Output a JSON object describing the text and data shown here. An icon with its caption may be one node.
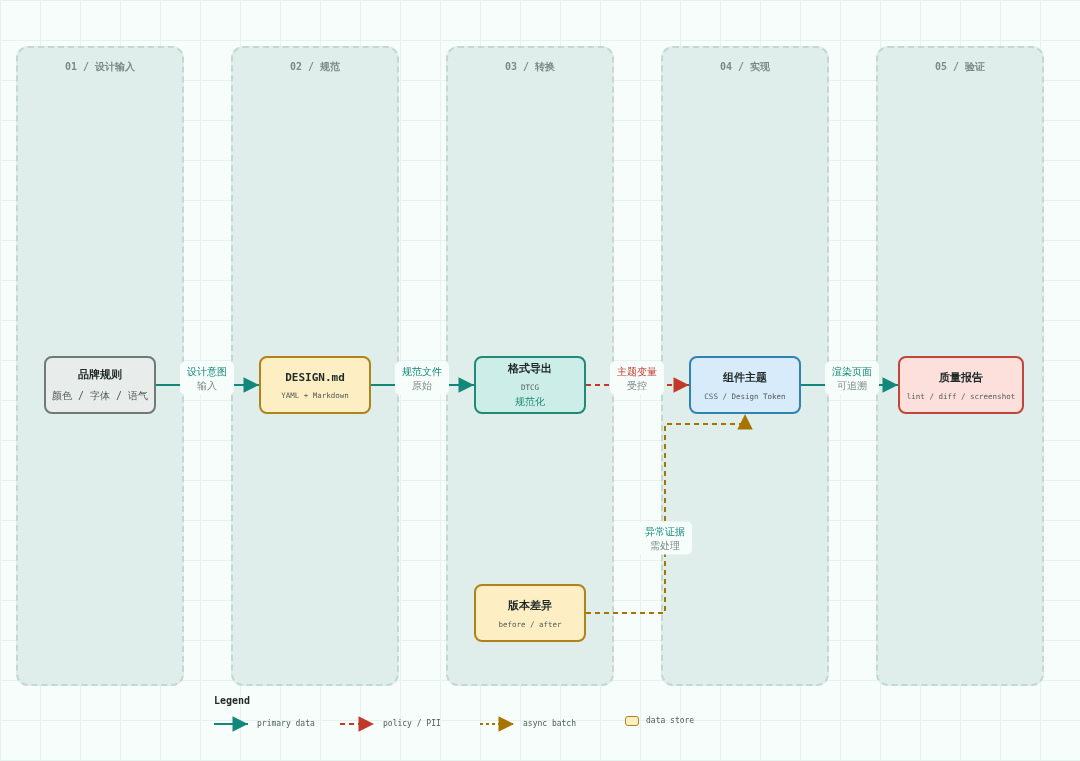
{
  "diagram": {
    "nodes": [
      {
        "text": [
          "01 / 设计输入"
        ]
      },
      {
        "text": [
          "品牌规则",
          "颜色 / 字体 / 语气"
        ],
        "in": 0
      },
      {
        "text": [
          "02 / 规范"
        ]
      },
      {
        "text": [
          "DESIGN.md",
          "YAML + Markdown"
        ],
        "in": 2
      },
      {
        "text": [
          "03 / 转换"
        ]
      },
      {
        "text": [
          "格式导出",
          "DTCG",
          "规范化"
        ],
        "in": 4
      },
      {
        "text": [
          "版本差异",
          "before / after"
        ],
        "in": 4
      },
      {
        "text": [
          "04 / 实现"
        ]
      },
      {
        "text": [
          "组件主题",
          "CSS / Design Token"
        ],
        "in": 7
      },
      {
        "text": [
          "05 / 验证"
        ]
      },
      {
        "text": [
          "质量报告",
          "lint / diff / screenshot"
        ],
        "in": 9
      }
    ],
    "edges": [
      {
        "from": 1,
        "to": 3,
        "arrow": "to",
        "label": "设计意图"
      },
      {
        "from": 3,
        "to": 5,
        "arrow": "to",
        "label": "规范文件"
      },
      {
        "from": 5,
        "to": 8,
        "arrow": "to",
        "label": "主题变量",
        "style": "dashed",
        "color": "#c0392b"
      },
      {
        "from": 8,
        "to": 10,
        "arrow": "to",
        "label": "渲染页面"
      },
      {
        "from": 6,
        "to": 8,
        "arrow": "to",
        "label": "异常证据",
        "style": "dashed",
        "color": "#a87400"
      }
    ],
    "labels": [
      "输入",
      "原始",
      "受控",
      "可追溯",
      "需处理",
      "Legend"
    ],
    "legend": [
      {
        "text": "primary data"
      },
      {
        "text": "policy / PII"
      },
      {
        "text": "async batch"
      },
      {
        "text": "data store",
        "color": "#fdefc3"
      }
    ]
  }
}
